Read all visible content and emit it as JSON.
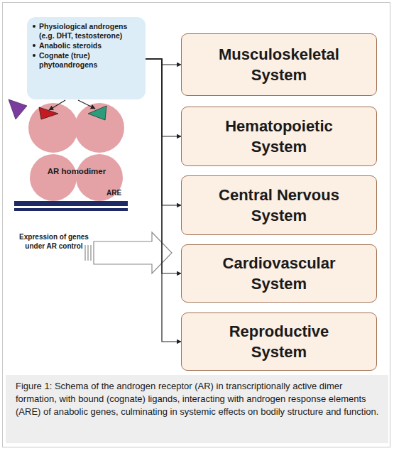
{
  "diagram": {
    "caption": "Figure 1: Schema of the androgen receptor (AR) in transcriptionally active dimer formation, with bound (cognate) ligands, interacting with androgen response elements (ARE) of anabolic genes, culminating in systemic effects on bodily structure and function.",
    "nodes": [
      {
        "text": [
          "Physiological androgens (e.g. DHT, testosterone)",
          "Anabolic steroids",
          "Cognate (true) phytoandrogens"
        ]
      },
      {
        "text": [
          "AR homodimer"
        ]
      },
      {
        "text": [
          "Musculoskeletal System"
        ]
      },
      {
        "text": [
          "Hematopoietic System"
        ]
      },
      {
        "text": [
          "Central Nervous System"
        ]
      },
      {
        "text": [
          "Cardiovascular System"
        ]
      },
      {
        "text": [
          "Reproductive System"
        ]
      }
    ],
    "edges": [
      {
        "from": 0,
        "to": 2,
        "arrow": "to"
      },
      {
        "from": 0,
        "to": 3,
        "arrow": "to"
      },
      {
        "from": 0,
        "to": 4,
        "arrow": "to"
      },
      {
        "from": 0,
        "to": 5,
        "arrow": "to"
      },
      {
        "from": 0,
        "to": 6,
        "arrow": "to"
      }
    ],
    "labels": [
      "ARE",
      "Expression of genes under AR control"
    ]
  }
}
